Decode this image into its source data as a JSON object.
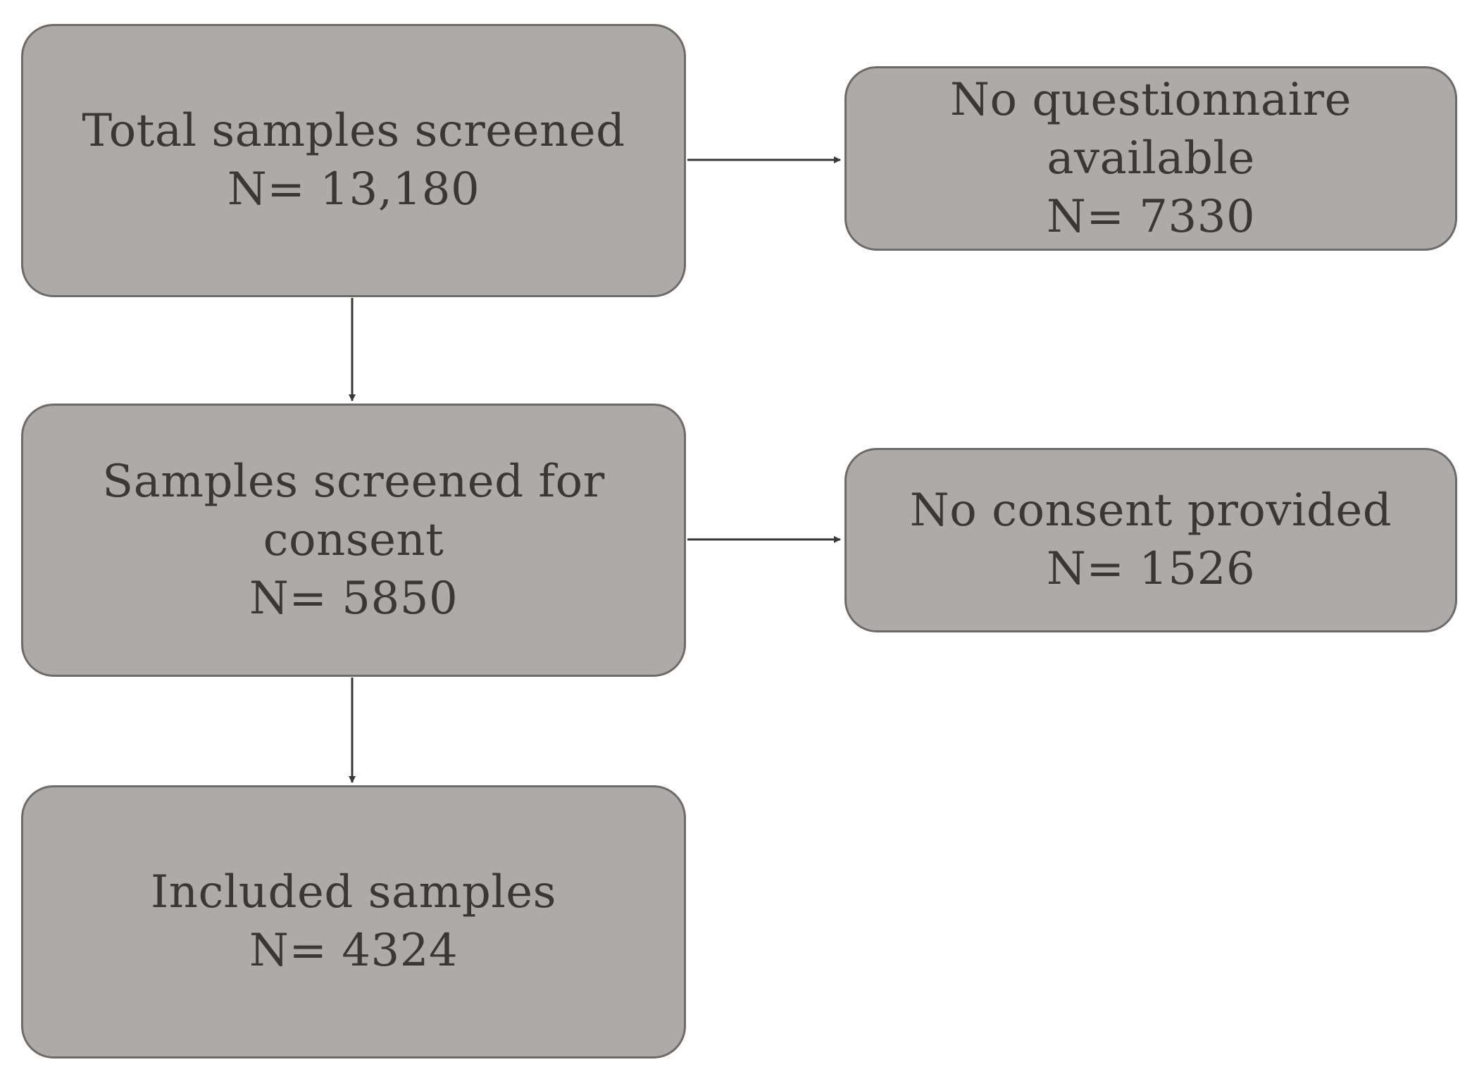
{
  "flowchart": {
    "total": {
      "label": "Total samples screened",
      "count": "N= 13,180"
    },
    "no_questionnaire": {
      "label_line1": "No questionnaire",
      "label_line2": "available",
      "count": "N= 7330"
    },
    "consent": {
      "label_line1": "Samples screened for",
      "label_line2": "consent",
      "count": "N= 5850"
    },
    "no_consent": {
      "label": "No consent provided",
      "count": "N= 1526"
    },
    "included": {
      "label": "Included samples",
      "count": "N= 4324"
    }
  },
  "colors": {
    "box_fill": "#aeaaa8",
    "box_border": "#6e6a68",
    "text": "#3a3836",
    "arrow": "#3a3836"
  }
}
